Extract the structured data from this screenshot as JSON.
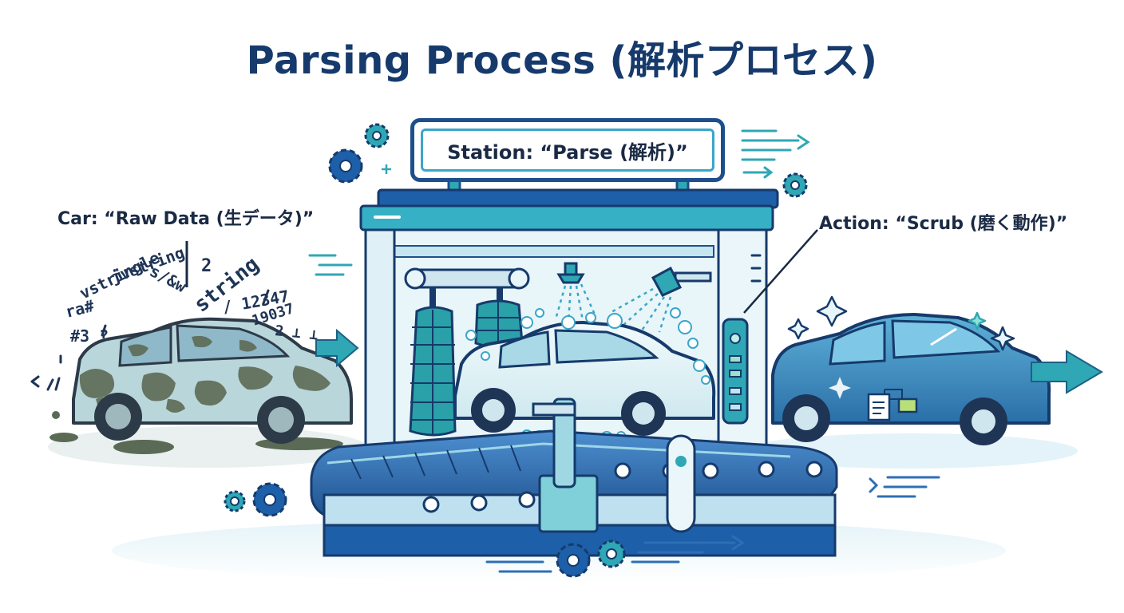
{
  "title": "Parsing Process (解析プロセス)",
  "station": {
    "label": "Station: “Parse (解析)”"
  },
  "car_label": "Car: “Raw Data (生データ)”",
  "action_label": "Action: “Scrub (磨く動作)”",
  "raw_fragments": [
    "jvstring",
    "s/&w",
    "2",
    "vstringle",
    "string",
    "/ 12347",
    "ra#",
    "19037",
    "#3 ?",
    "2 ⊥ ⊥"
  ],
  "colors": {
    "navy": "#163a6b",
    "blue": "#1d5fa8",
    "teal": "#2fa7b5",
    "light_teal": "#bfe6ee",
    "mud": "#5e6b55",
    "clean_car": "#2f82b8"
  },
  "icons": [
    "gear-icon",
    "sparkle-icon",
    "arrow-right-icon",
    "water-spray-icon",
    "document-icon"
  ]
}
